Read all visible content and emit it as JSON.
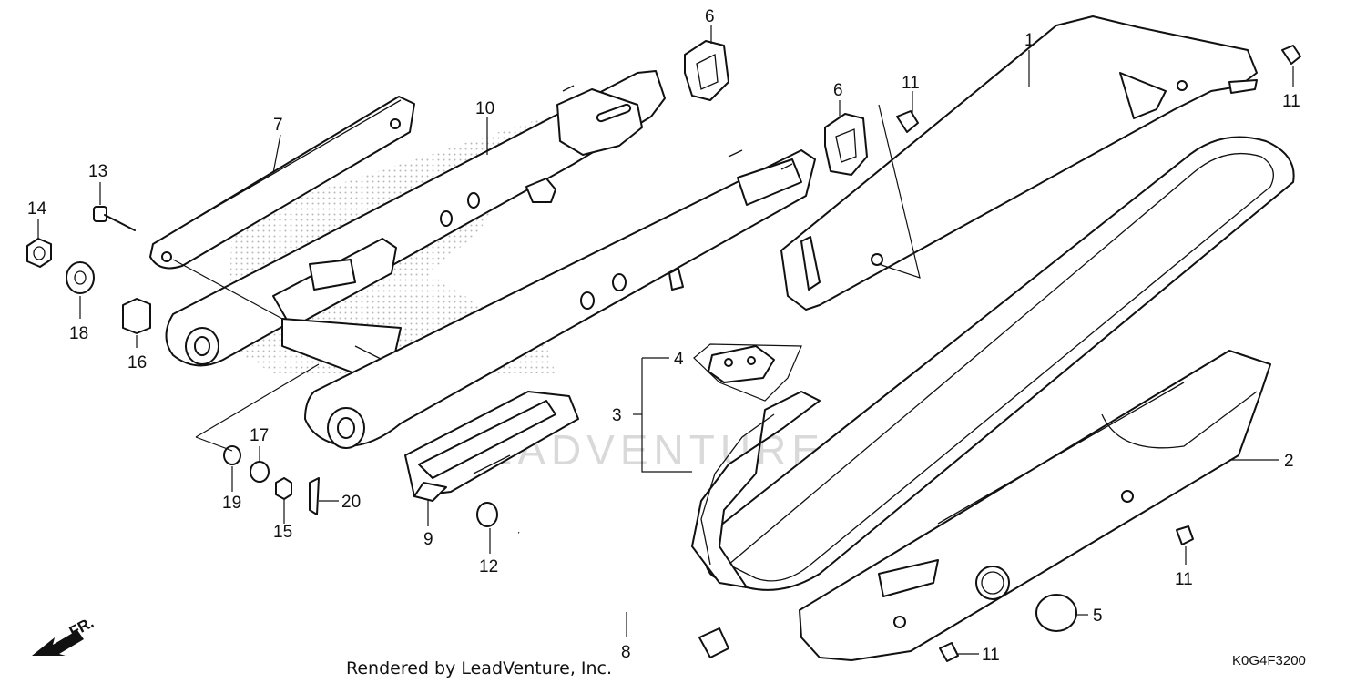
{
  "callouts": [
    {
      "id": "callout-1",
      "label": "1"
    },
    {
      "id": "callout-2",
      "label": "2"
    },
    {
      "id": "callout-3",
      "label": "3"
    },
    {
      "id": "callout-4",
      "label": "4"
    },
    {
      "id": "callout-5",
      "label": "5"
    },
    {
      "id": "callout-6a",
      "label": "6"
    },
    {
      "id": "callout-6b",
      "label": "6"
    },
    {
      "id": "callout-7",
      "label": "7"
    },
    {
      "id": "callout-8",
      "label": "8"
    },
    {
      "id": "callout-9",
      "label": "9"
    },
    {
      "id": "callout-10",
      "label": "10"
    },
    {
      "id": "callout-11a",
      "label": "11"
    },
    {
      "id": "callout-11b",
      "label": "11"
    },
    {
      "id": "callout-11c",
      "label": "11"
    },
    {
      "id": "callout-11d",
      "label": "11"
    },
    {
      "id": "callout-12",
      "label": "12"
    },
    {
      "id": "callout-13",
      "label": "13"
    },
    {
      "id": "callout-14",
      "label": "14"
    },
    {
      "id": "callout-15",
      "label": "15"
    },
    {
      "id": "callout-16",
      "label": "16"
    },
    {
      "id": "callout-17",
      "label": "17"
    },
    {
      "id": "callout-18",
      "label": "18"
    },
    {
      "id": "callout-19",
      "label": "19"
    },
    {
      "id": "callout-20",
      "label": "20"
    }
  ],
  "direction_label": "FR.",
  "footer_text": "Rendered by LeadVenture, Inc.",
  "diagram_code": "K0G4F3200",
  "watermark_text": "LEADVENTURE"
}
